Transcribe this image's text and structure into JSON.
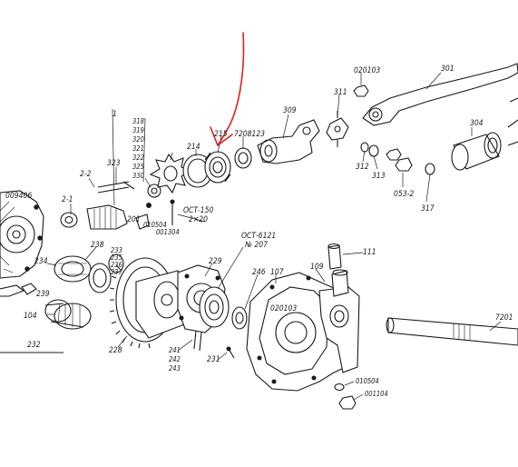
{
  "annotation": {
    "color": "#e0201c",
    "target": "7208123"
  },
  "labels": {
    "l_020103_top": "020103",
    "l_301": "301",
    "l_311": "311",
    "l_309": "309",
    "l_7208123": "7208123",
    "l_215": "215",
    "l_214": "214",
    "l_318": "318",
    "l_319": "319",
    "l_320": "320",
    "l_321": "321",
    "l_322": "322",
    "l_325": "325",
    "l_330": "330",
    "l_1": "1",
    "l_323": "323",
    "l_2_2": "2-2",
    "l_2_1": "2-1",
    "l_009406": "009406",
    "l_201": "201",
    "l_010504_a": "010504",
    "l_001304": "001304",
    "l_gost150": "ОСТ-150",
    "l_2x20": "2×20",
    "l_304": "304",
    "l_312": "312",
    "l_313": "313",
    "l_053_2": "053-2",
    "l_317": "317",
    "l_gost6121": "ОСТ-6121",
    "l_n207": "№ 207",
    "l_238": "238",
    "l_234": "234",
    "l_233": "233",
    "l_235": "235",
    "l_236": "236",
    "l_237": "237",
    "l_239": "239",
    "l_104": "104",
    "l_229": "229",
    "l_246": "246",
    "l_107": "107",
    "l_020103_mid": "020103",
    "l_109": "109",
    "l_111": "111",
    "l_7201": "7201",
    "l_232": "232",
    "l_228": "228",
    "l_241": "241",
    "l_242": "242",
    "l_243": "243",
    "l_231": "231",
    "l_010504_b": "010504",
    "l_001104": "001104"
  }
}
